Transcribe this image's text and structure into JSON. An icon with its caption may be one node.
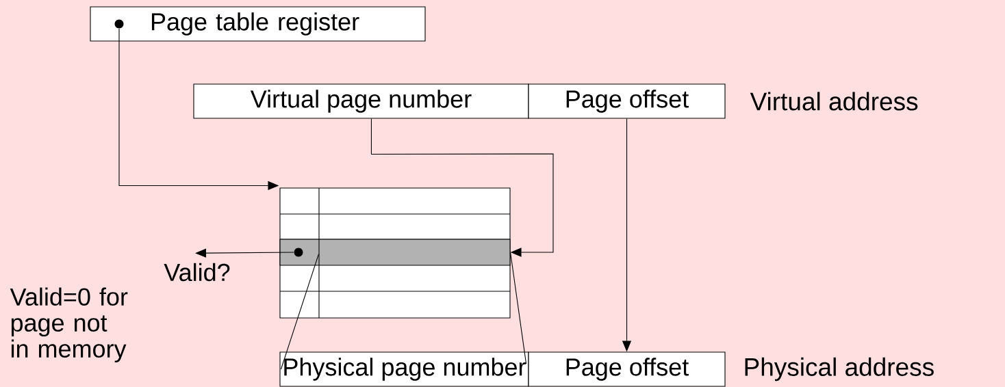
{
  "diagram": {
    "nodes": [
      {
        "text": [
          "Page table register"
        ]
      },
      {
        "text": [],
        "shape": "circle",
        "in": 0
      },
      {
        "text": [
          "Virtual page number"
        ]
      },
      {
        "text": [
          "Page offset"
        ]
      },
      {
        "text": [],
        "shape": "box"
      },
      {
        "text": [],
        "shape": "bar",
        "in": 4
      },
      {
        "text": [],
        "shape": "circle",
        "in": 5
      },
      {
        "text": [
          "Valid?"
        ]
      },
      {
        "text": [
          "Physical page number"
        ]
      },
      {
        "text": [
          "Page offset"
        ]
      }
    ],
    "edges": [
      {
        "from": 1,
        "to": 4,
        "arrow": "to"
      },
      {
        "from": 2,
        "to": 5,
        "arrow": "to"
      },
      {
        "from": 6,
        "to": 7,
        "arrow": "to"
      },
      {
        "from": 5,
        "to": 8,
        "arrow": "none"
      },
      {
        "from": 3,
        "to": 9,
        "arrow": "to"
      },
      {
        "from": 5,
        "to": 8,
        "arrow": "none"
      }
    ],
    "labels": [
      "Virtual address",
      "Valid=0 for page not in memory",
      "Physical address"
    ]
  }
}
